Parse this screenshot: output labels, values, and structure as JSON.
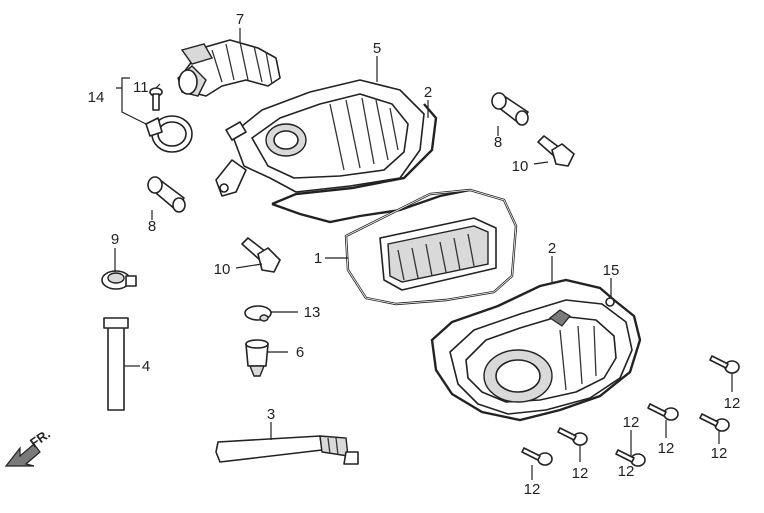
{
  "callouts": {
    "c7": "7",
    "c5": "5",
    "c2_top": "2",
    "c14": "14",
    "c11": "11",
    "c8_top": "8",
    "c10_top": "10",
    "c8_left": "8",
    "c9": "9",
    "c10_mid": "10",
    "c1": "1",
    "c2_bottom": "2",
    "c15": "15",
    "c13": "13",
    "c6": "6",
    "c4": "4",
    "c3": "3",
    "c12_a": "12",
    "c12_b": "12",
    "c12_c": "12",
    "c12_d": "12",
    "c12_e": "12",
    "c12_f": "12",
    "c12_g": "12"
  },
  "direction": {
    "label": "FR."
  },
  "colors": {
    "line": "#222222",
    "shade": "#d9d9d9",
    "dark": "#7a7a7a",
    "background": "#ffffff"
  }
}
